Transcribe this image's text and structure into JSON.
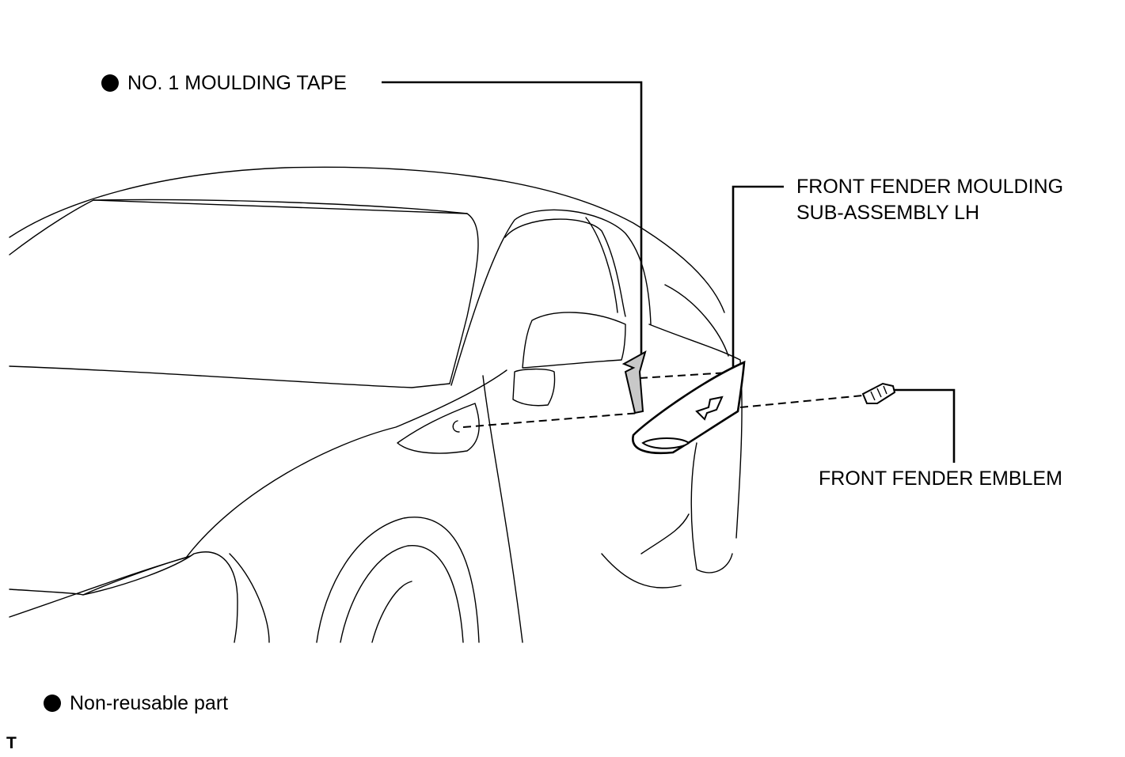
{
  "callouts": {
    "moulding_tape": "NO. 1 MOULDING TAPE",
    "fender_moulding_line1": "FRONT FENDER MOULDING",
    "fender_moulding_line2": "SUB-ASSEMBLY LH",
    "fender_emblem": "FRONT FENDER EMBLEM"
  },
  "legend": {
    "non_reusable": "Non-reusable part"
  },
  "corner_mark": "T",
  "colors": {
    "line": "#000000",
    "tape_fill": "#c8c8c8",
    "background": "#ffffff"
  }
}
